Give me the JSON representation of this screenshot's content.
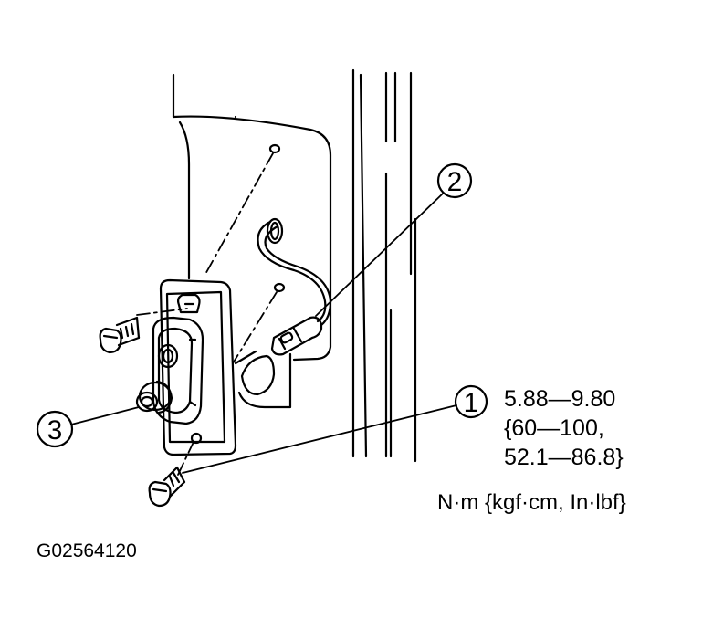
{
  "figure_id": "G02564120",
  "callouts": [
    {
      "number": "1",
      "part": "bolt"
    },
    {
      "number": "2",
      "part": "connector"
    },
    {
      "number": "3",
      "part": "side marker lamp"
    }
  ],
  "torque_spec": {
    "line1": "5.88—9.80",
    "line2": "{60—100,",
    "line3": "52.1—86.8}"
  },
  "units_label": "N·m {kgf·cm, In·lbf}"
}
